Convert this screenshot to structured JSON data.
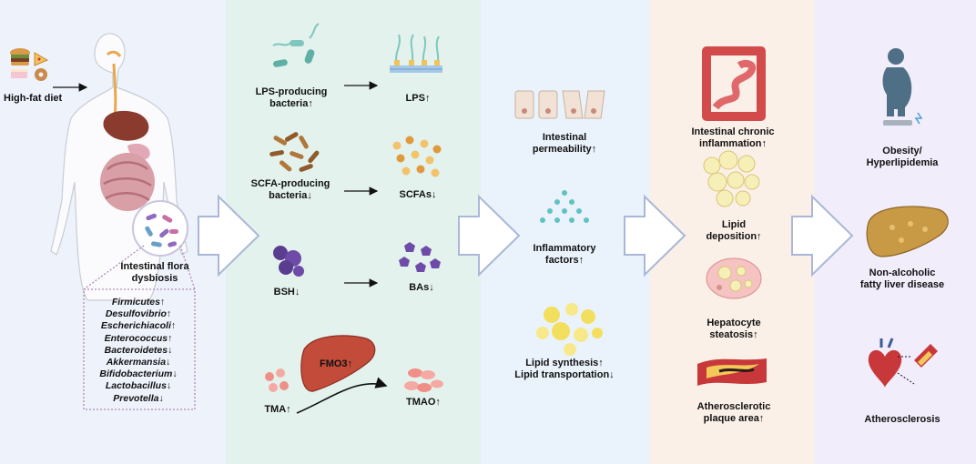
{
  "colors": {
    "panel_1": "#eef2fb",
    "panel_2": "#e4f2ee",
    "panel_3": "#eaf3fb",
    "panel_4": "#fbf0e8",
    "panel_5": "#f1edfb",
    "flow_arrow": "#a9b8d6",
    "dotted_box": "#b08ab7"
  },
  "panel_1": {
    "diet_label": "High-fat diet",
    "dysbiosis_label_1": "Intestinal flora",
    "dysbiosis_label_2": "dysbiosis",
    "microbes": [
      "Firmicutes↑",
      "Desulfovibrio↑",
      "Escherichiacoli↑",
      "Enterococcus↑",
      "Bacteroidetes↓",
      "Akkermansia↓",
      "Bifidobacterium↓",
      "Lactobacillus↓",
      "Prevotella↓"
    ]
  },
  "panel_2": {
    "lps_producer_1": "LPS-producing",
    "lps_producer_2": "bacteria↑",
    "lps": "LPS↑",
    "scfa_producer_1": "SCFA-producing",
    "scfa_producer_2": "bacteria↓",
    "scfa": "SCFAs↓",
    "bsh": "BSH↓",
    "bas": "BAs↓",
    "fmo3": "FMO3↑",
    "tma": "TMA↑",
    "tmao": "TMAO↑"
  },
  "panel_3": {
    "permeability_1": "Intestinal",
    "permeability_2": "permeability↑",
    "inflammatory_1": "Inflammatory",
    "inflammatory_2": "factors↑",
    "lipid_1": "Lipid synthesis↑",
    "lipid_2": "Lipid transportation↓"
  },
  "panel_4": {
    "chronic_1": "Intestinal chronic",
    "chronic_2": "inflammation↑",
    "deposition_1": "Lipid",
    "deposition_2": "deposition↑",
    "steatosis_1": "Hepatocyte",
    "steatosis_2": "steatosis↑",
    "plaque_1": "Atherosclerotic",
    "plaque_2": "plaque area↑"
  },
  "panel_5": {
    "obesity_1": "Obesity/",
    "obesity_2": "Hyperlipidemia",
    "nafld_1": "Non-alcoholic",
    "nafld_2": "fatty liver disease",
    "athero": "Atherosclerosis"
  }
}
